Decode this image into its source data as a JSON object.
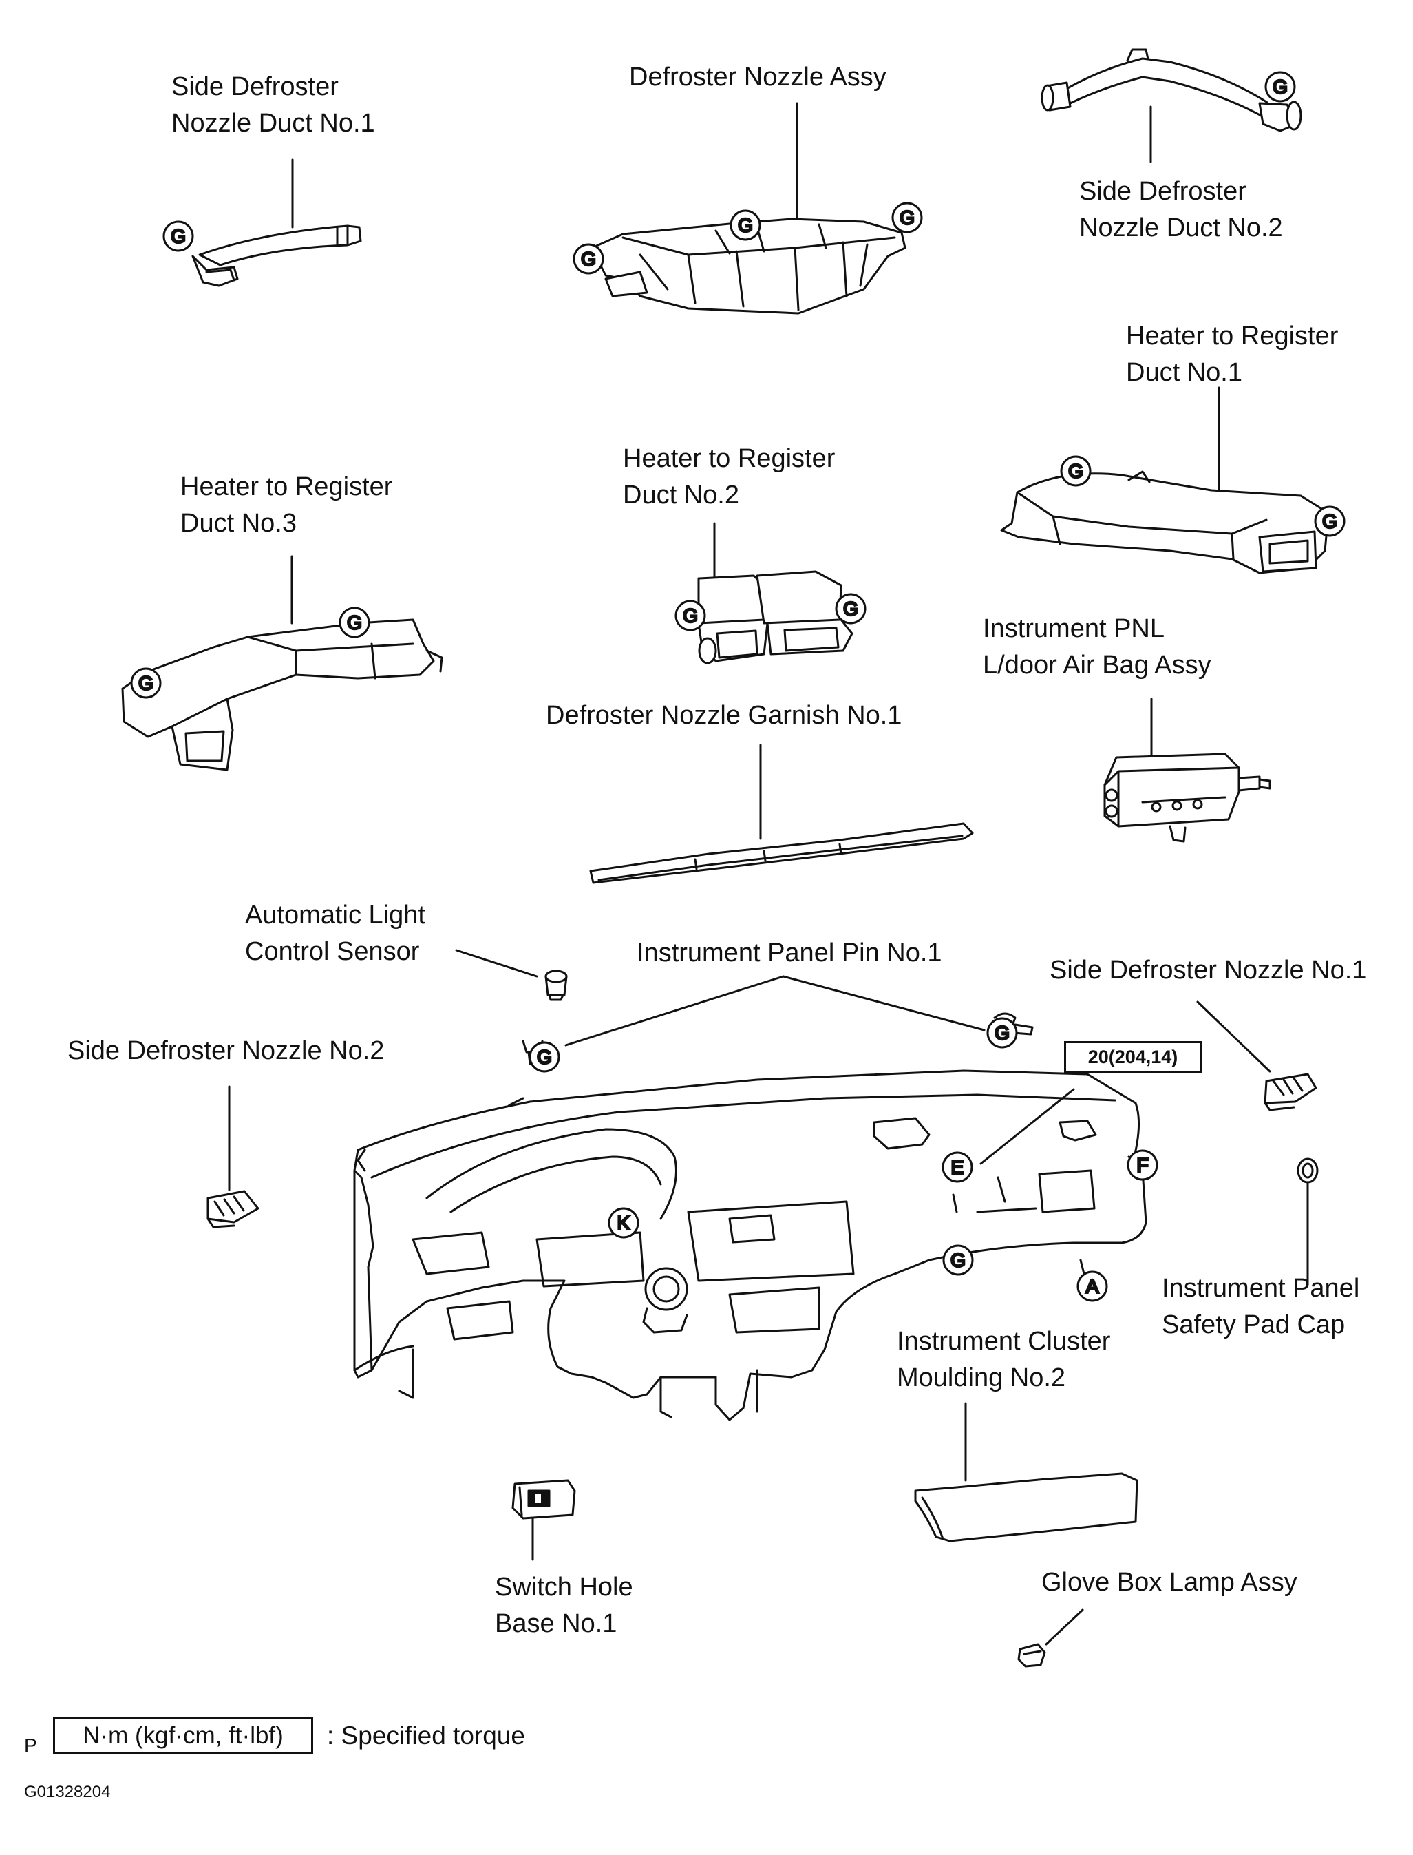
{
  "labels": {
    "side_defroster_duct_1": [
      "Side Defroster",
      "Nozzle Duct No.1"
    ],
    "defroster_nozzle_assy": [
      "Defroster Nozzle Assy"
    ],
    "side_defroster_duct_2": [
      "Side Defroster",
      "Nozzle Duct No.2"
    ],
    "heater_register_duct_1": [
      "Heater to Register",
      "Duct No.1"
    ],
    "heater_register_duct_2": [
      "Heater to Register",
      "Duct No.2"
    ],
    "heater_register_duct_3": [
      "Heater to Register",
      "Duct No.3"
    ],
    "airbag_assy": [
      "Instrument PNL",
      "L/door Air Bag Assy"
    ],
    "garnish": [
      "Defroster Nozzle Garnish No.1"
    ],
    "light_sensor": [
      "Automatic Light",
      "Control Sensor"
    ],
    "panel_pin": [
      "Instrument Panel Pin No.1"
    ],
    "side_nozzle_1": [
      "Side Defroster Nozzle  No.1"
    ],
    "side_nozzle_2": [
      "Side Defroster Nozzle  No.2"
    ],
    "safety_pad_cap": [
      "Instrument Panel",
      "Safety Pad Cap"
    ],
    "cluster_moulding": [
      "Instrument Cluster",
      "Moulding No.2"
    ],
    "switch_hole": [
      "Switch Hole",
      "Base No.1"
    ],
    "glove_box_lamp": [
      "Glove Box Lamp Assy"
    ]
  },
  "callouts": {
    "g": "G",
    "e": "E",
    "f": "F",
    "k": "K",
    "a": "A"
  },
  "torque_value": "20(204,14)",
  "legend": {
    "prefix": "P",
    "box": "N·m (kgf·cm, ft·lbf)",
    "text": ": Specified torque"
  },
  "figure_code": "G01328204"
}
